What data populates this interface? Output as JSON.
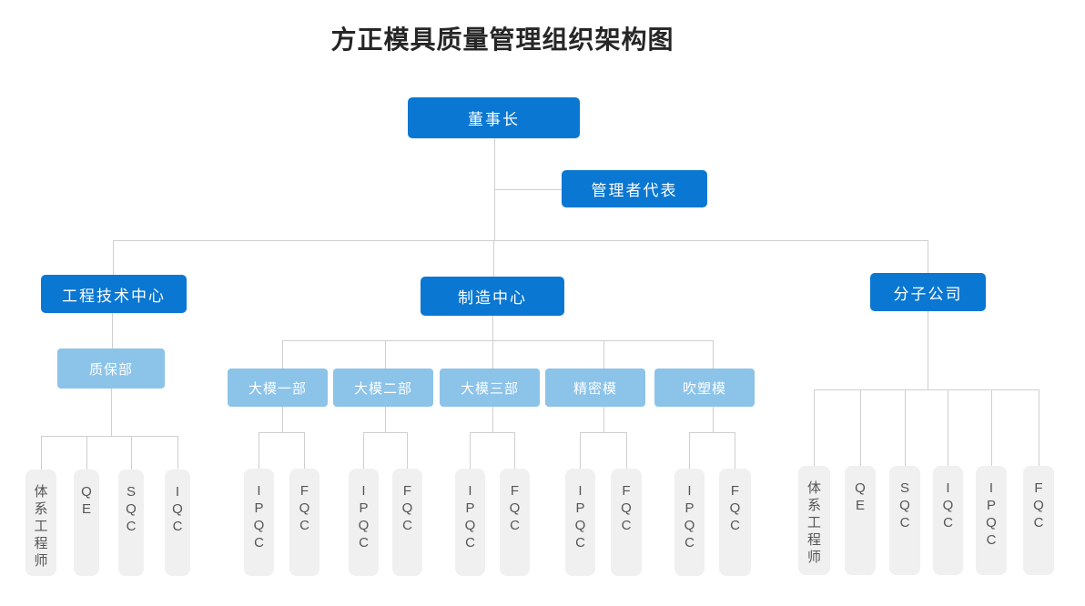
{
  "title": "方正模具质量管理组织架构图",
  "colors": {
    "primary_blue": "#0a77d2",
    "light_blue": "#8cc3e9",
    "gray_box": "#f0f0f0",
    "gray_box_text": "#555555",
    "connector_line": "#cfcfcf",
    "title_text": "#262626"
  },
  "nodes": {
    "chairman": "董事长",
    "management_rep": "管理者代表",
    "engineering_center": "工程技术中心",
    "manufacturing_center": "制造中心",
    "subsidiary": "分子公司",
    "qa_dept": "质保部",
    "mfg_depts": [
      "大模一部",
      "大模二部",
      "大模三部",
      "精密模",
      "吹塑模"
    ],
    "qa_team": [
      "体系工程师",
      "QE",
      "SQC",
      "IQC"
    ],
    "dept_team": [
      "IPQC",
      "FQC"
    ],
    "subsidiary_team": [
      "体系工程师",
      "QE",
      "SQC",
      "IQC",
      "IPQC",
      "FQC"
    ]
  }
}
